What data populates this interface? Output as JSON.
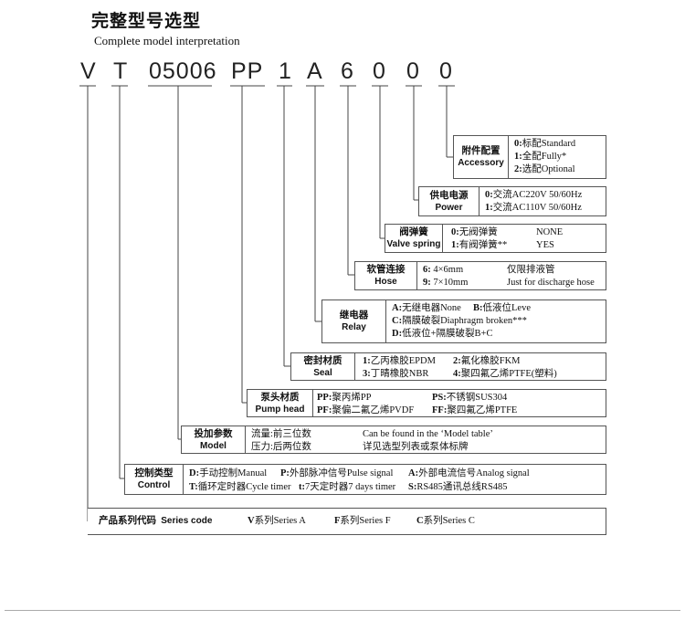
{
  "title": {
    "cn": "完整型号选型",
    "en": "Complete model interpretation"
  },
  "code_chars": [
    "V",
    "T",
    "05006",
    "PP",
    "1",
    "A",
    "6",
    "0",
    "0",
    "0"
  ],
  "accessory": {
    "label_cn": "附件配置",
    "label_en": "Accessory",
    "rows": [
      {
        "key": "0:",
        "text": "标配Standard"
      },
      {
        "key": "1:",
        "text": "全配Fully*"
      },
      {
        "key": "2:",
        "text": "选配Optional"
      }
    ]
  },
  "power": {
    "label_cn": "供电电源",
    "label_en": "Power",
    "rows": [
      {
        "key": "0:",
        "text": "交流AC220V 50/60Hz"
      },
      {
        "key": "1:",
        "text": "交流AC110V 50/60Hz"
      }
    ]
  },
  "valve": {
    "label_cn": "阀弹簧",
    "label_en": "Valve spring",
    "rows": [
      {
        "key": "0:",
        "text": "无阀弹簧",
        "en": "NONE"
      },
      {
        "key": "1:",
        "text": "有阀弹簧**",
        "en": "YES"
      }
    ]
  },
  "hose": {
    "label_cn": "软管连接",
    "label_en": "Hose",
    "rows": [
      {
        "key": "6:",
        "text": "4×6mm",
        "note": "仅限排液管"
      },
      {
        "key": "9:",
        "text": "7×10mm",
        "note": "Just for discharge hose"
      }
    ]
  },
  "relay": {
    "label_cn": "继电器",
    "label_en": "Relay",
    "a_key": "A:",
    "a_text": "无继电器None",
    "b_key": "B:",
    "b_text": "低液位Leve",
    "c_key": "C:",
    "c_text": "隔膜破裂Diaphragm broken***",
    "d_key": "D:",
    "d_text": "低液位+隔膜破裂B+C"
  },
  "seal": {
    "label_cn": "密封材质",
    "label_en": "Seal",
    "r1a_key": "1:",
    "r1a": "乙丙橡胶EPDM",
    "r1b_key": "2:",
    "r1b": "氟化橡胶FKM",
    "r2a_key": "3:",
    "r2a": "丁晴橡胶NBR",
    "r2b_key": "4:",
    "r2b": "聚四氟乙烯PTFE(塑料)"
  },
  "pumphead": {
    "label_cn": "泵头材质",
    "label_en": "Pump head",
    "r1a_key": "PP:",
    "r1a": "聚丙烯PP",
    "r1b_key": "PS:",
    "r1b": "不锈钢SUS304",
    "r2a_key": "PF:",
    "r2a": "聚偏二氟乙烯PVDF",
    "r2b_key": "FF:",
    "r2b": "聚四氟乙烯PTFE"
  },
  "model": {
    "label_cn": "投加参数",
    "label_en": "Model",
    "r1a": "流量:前三位数",
    "r1b": "Can be found in the ‘Model table’",
    "r2a": "压力:后两位数",
    "r2b": "详见选型列表或泵体标牌"
  },
  "control": {
    "label_cn": "控制类型",
    "label_en": "Control",
    "r1": [
      {
        "key": "D:",
        "text": "手动控制Manual"
      },
      {
        "key": "P:",
        "text": "外部脉冲信号Pulse signal"
      },
      {
        "key": "A:",
        "text": "外部电流信号Analog signal"
      }
    ],
    "r2": [
      {
        "key": "T:",
        "text": "循环定时器Cycle timer"
      },
      {
        "key": "t:",
        "text": "7天定时器7 days timer"
      },
      {
        "key": "S:",
        "text": "RS485通讯总线RS485"
      }
    ]
  },
  "series": {
    "label": "产品系列代码",
    "label_en": "Series code",
    "items": [
      {
        "key": "V",
        "text": "系列Series A"
      },
      {
        "key": "F",
        "text": "系列Series F"
      },
      {
        "key": "C",
        "text": "系列Series C"
      }
    ]
  }
}
